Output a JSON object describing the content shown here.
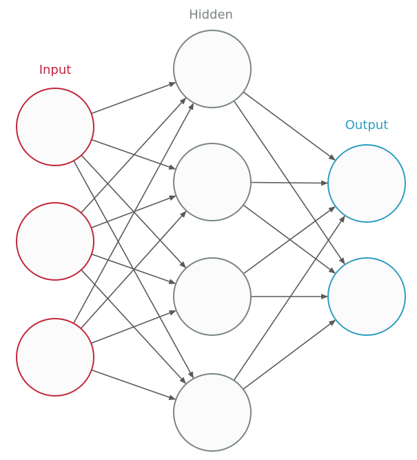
{
  "layers": [
    {
      "id": "input",
      "label": "Input",
      "color": "#c1273c",
      "count": 3
    },
    {
      "id": "hidden",
      "label": "Hidden",
      "color": "#7a8585",
      "count": 4
    },
    {
      "id": "output",
      "label": "Output",
      "color": "#2e9ec0",
      "count": 2
    }
  ],
  "edges": [
    [
      "input",
      "hidden"
    ],
    [
      "hidden",
      "output"
    ]
  ],
  "colors": {
    "edge": "#5a5a5a",
    "node_fill": "#fbfbfb"
  }
}
